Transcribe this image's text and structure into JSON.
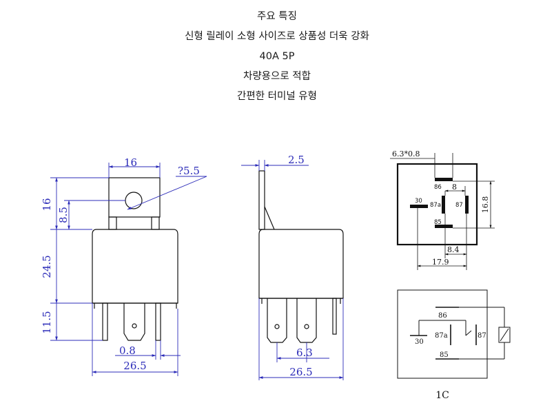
{
  "features": {
    "title": "주요 특징",
    "lines": [
      "신형 릴레이 소형 사이즈로 상품성 더욱 강화",
      "40A  5P",
      "차량용으로 적합",
      "간편한 터미널 유형"
    ]
  },
  "front_view": {
    "dims": {
      "tab_width": "16",
      "hole_dia": "?5.5",
      "tab_height": "16",
      "hole_height": "8.5",
      "body_height": "24.5",
      "pin_length": "11.5",
      "pin_thickness": "0.8",
      "body_width": "26.5"
    }
  },
  "side_view": {
    "dims": {
      "tab_thickness": "2.5",
      "pin_pitch": "6.3",
      "body_depth": "26.5"
    }
  },
  "pinout": {
    "pin_size": "6.3*0.8",
    "pins": [
      "30",
      "86",
      "87a",
      "87",
      "85"
    ],
    "dims": {
      "pitch_small": "8",
      "height": "16.8",
      "offset": "8.4",
      "width": "17.9"
    }
  },
  "schematic": {
    "pins": [
      "86",
      "30",
      "87a",
      "87",
      "85"
    ],
    "caption": "1C"
  }
}
